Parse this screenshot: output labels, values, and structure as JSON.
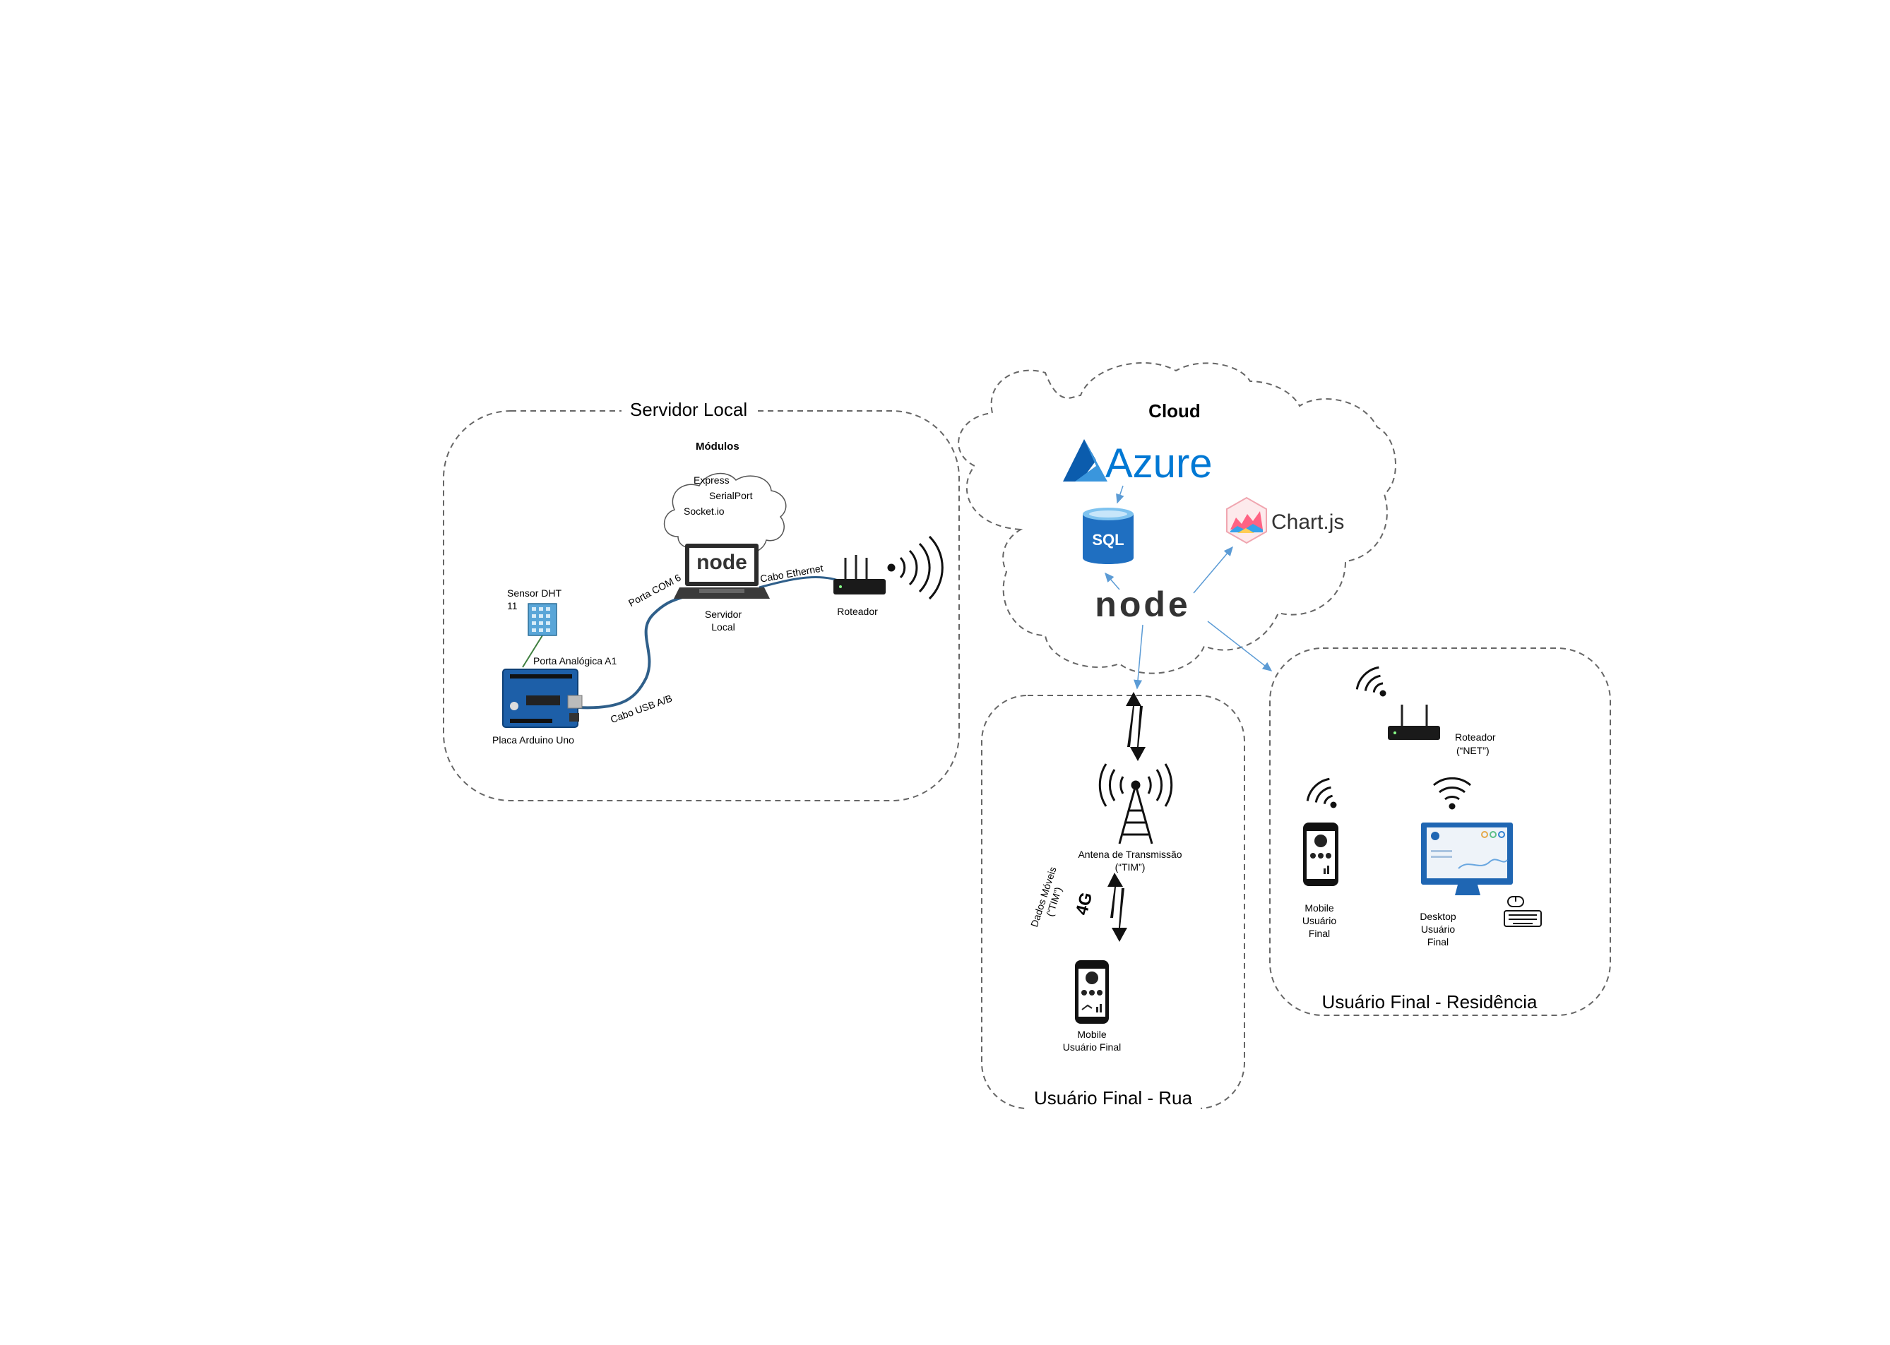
{
  "groups": {
    "local": {
      "title": "Servidor Local"
    },
    "rua": {
      "title": "Usuário Final - Rua"
    },
    "residencia": {
      "title": "Usuário Final - Residência"
    }
  },
  "cloud": {
    "title": "Cloud",
    "azure": "Azure",
    "sql": "SQL",
    "chartjs": "Chart.js",
    "node_logo": "node"
  },
  "local": {
    "modules_title": "Módulos",
    "modules": [
      "Express",
      "SerialPort",
      "Socket.io"
    ],
    "laptop_logo": "node",
    "sensor_label_1": "Sensor DHT",
    "sensor_label_2": "11",
    "porta_analogica": "Porta Analógica A1",
    "arduino_label": "Placa Arduino Uno",
    "cabo_usb": "Cabo USB A/B",
    "porta_com": "Porta COM 6",
    "servidor_1": "Servidor",
    "servidor_2": "Local",
    "cabo_ethernet": "Cabo Ethernet",
    "roteador": "Roteador"
  },
  "rua": {
    "antena_1": "Antena de Transmissão",
    "antena_2": "(“TIM”)",
    "dados_1": "Dados Móveis",
    "dados_2": "(“TIM”)",
    "badge_4g": "4G",
    "mobile_1": "Mobile",
    "mobile_2": "Usuário Final"
  },
  "residencia": {
    "roteador_1": "Roteador",
    "roteador_2": "(“NET”)",
    "mobile_1": "Mobile",
    "mobile_2": "Usuário",
    "mobile_3": "Final",
    "desktop_1": "Desktop",
    "desktop_2": "Usuário",
    "desktop_3": "Final"
  },
  "colors": {
    "azure": "#0078d4",
    "arduino": "#1d5fa8",
    "node_green": "#6cc24a",
    "cable": "#2f5f8a",
    "arrow": "#5b9bd5",
    "dashed": "#666666"
  }
}
